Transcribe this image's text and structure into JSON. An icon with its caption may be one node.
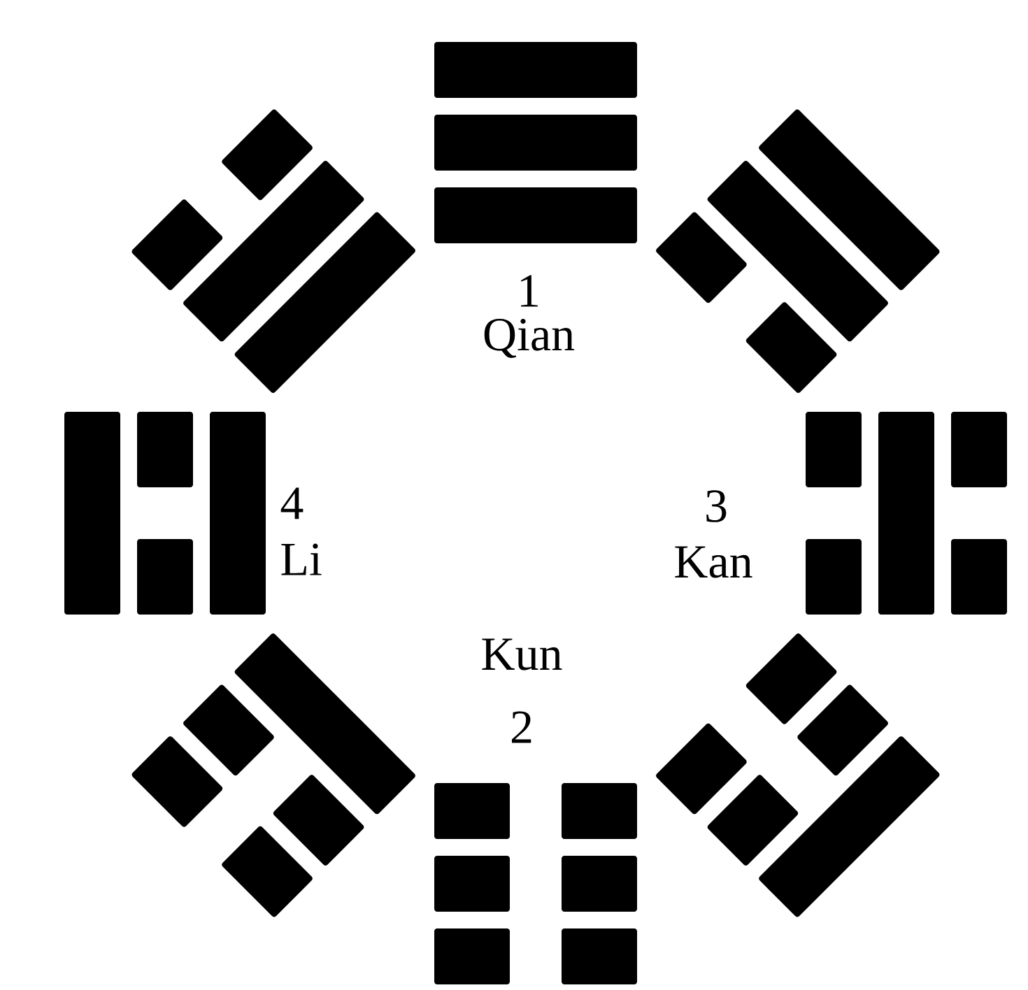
{
  "diagram": {
    "labels": [
      "1",
      "Qian",
      "4",
      "Li",
      "3",
      "Kan",
      "Kun",
      "2"
    ]
  }
}
